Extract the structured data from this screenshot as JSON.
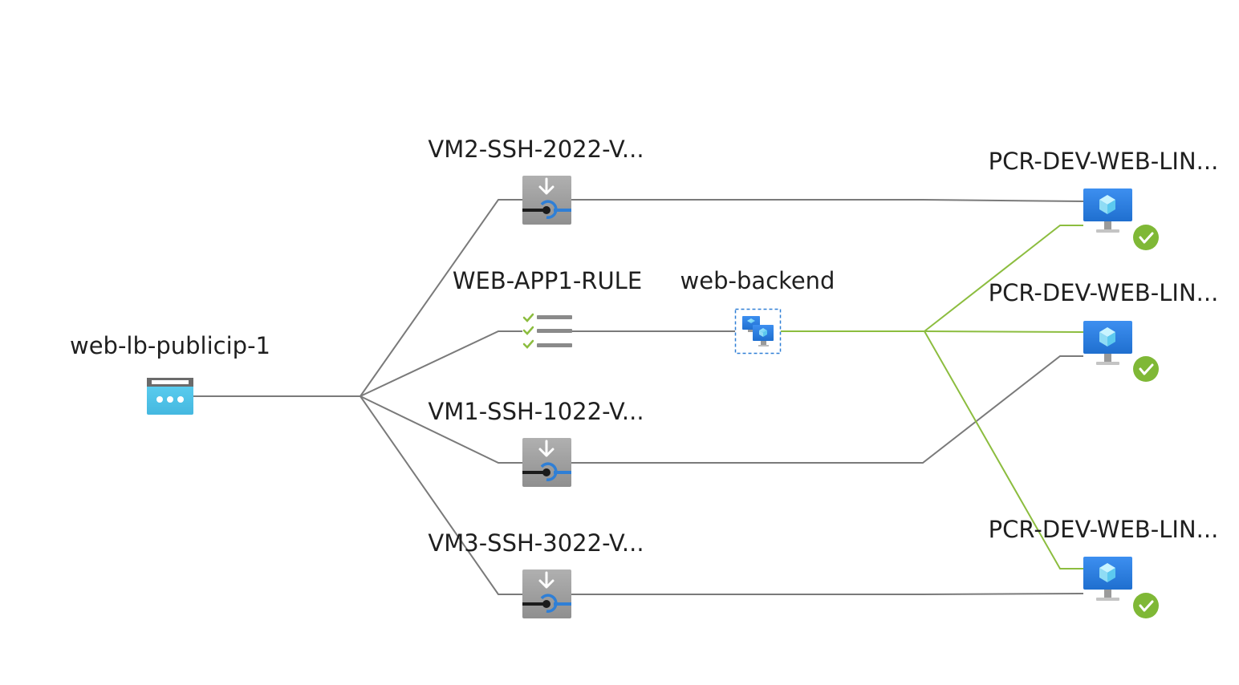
{
  "nodes": {
    "public_ip": {
      "label": "web-lb-publicip-1",
      "icon": "public-ip-icon"
    },
    "nat_rule_vm2": {
      "label": "VM2-SSH-2022-V...",
      "icon": "inbound-nat-rule-icon"
    },
    "lb_rule": {
      "label": "WEB-APP1-RULE",
      "icon": "load-balancing-rule-icon"
    },
    "backend_pool": {
      "label": "web-backend",
      "icon": "backend-pool-icon"
    },
    "nat_rule_vm1": {
      "label": "VM1-SSH-1022-V...",
      "icon": "inbound-nat-rule-icon"
    },
    "nat_rule_vm3": {
      "label": "VM3-SSH-3022-V...",
      "icon": "inbound-nat-rule-icon"
    },
    "vm_1": {
      "label": "PCR-DEV-WEB-LIN...",
      "icon": "virtual-machine-icon",
      "status": "healthy"
    },
    "vm_2": {
      "label": "PCR-DEV-WEB-LIN...",
      "icon": "virtual-machine-icon",
      "status": "healthy"
    },
    "vm_3": {
      "label": "PCR-DEV-WEB-LIN...",
      "icon": "virtual-machine-icon",
      "status": "healthy"
    }
  },
  "colors": {
    "edge_default": "#7a7a7a",
    "edge_backend": "#8cbd3f",
    "status_ok": "#7fb836",
    "azure_blue": "#2f7fd6"
  }
}
